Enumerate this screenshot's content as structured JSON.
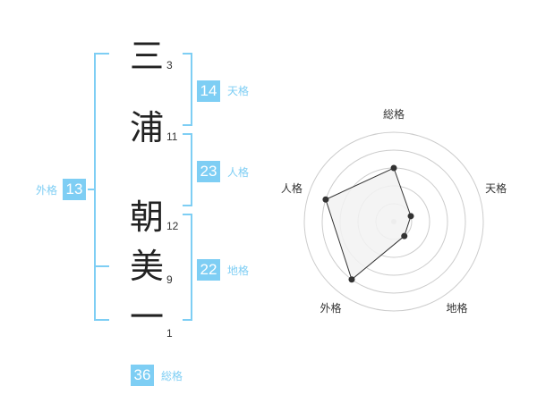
{
  "name": {
    "chars": [
      {
        "char": "三",
        "strokes": "3"
      },
      {
        "char": "浦",
        "strokes": "11"
      },
      {
        "char": "朝",
        "strokes": "12"
      },
      {
        "char": "美",
        "strokes": "9"
      },
      {
        "char": "一",
        "strokes": "1"
      }
    ]
  },
  "kaku": {
    "tenkaku": {
      "value": "14",
      "label": "天格"
    },
    "jinkaku": {
      "value": "23",
      "label": "人格"
    },
    "chikaku": {
      "value": "22",
      "label": "地格"
    },
    "gaikaku": {
      "value": "13",
      "label": "外格"
    },
    "soukaku": {
      "value": "36",
      "label": "総格"
    }
  },
  "colors": {
    "accent": "#7ecef4",
    "bracket": "#7ecef4",
    "ring": "#cccccc",
    "fill": "#f2f2f2",
    "point": "#333333"
  },
  "chart_data": {
    "type": "radar",
    "axes": [
      "総格",
      "天格",
      "地格",
      "外格",
      "人格"
    ],
    "values": [
      36,
      14,
      22,
      13,
      23
    ],
    "levels": 5,
    "ylim": [
      0,
      5
    ],
    "scores": [
      3,
      1,
      1,
      4,
      4
    ]
  }
}
